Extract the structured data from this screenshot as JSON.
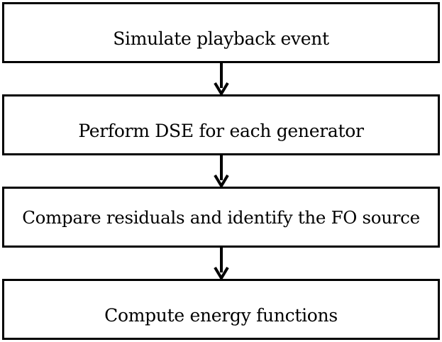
{
  "steps": [
    {
      "label": "Simulate playback event"
    },
    {
      "label": "Perform DSE for each generator"
    },
    {
      "label": "Compare residuals and identify the FO source"
    },
    {
      "label": "Compute energy functions"
    }
  ],
  "colors": {
    "stroke": "#000000",
    "background": "#ffffff"
  }
}
